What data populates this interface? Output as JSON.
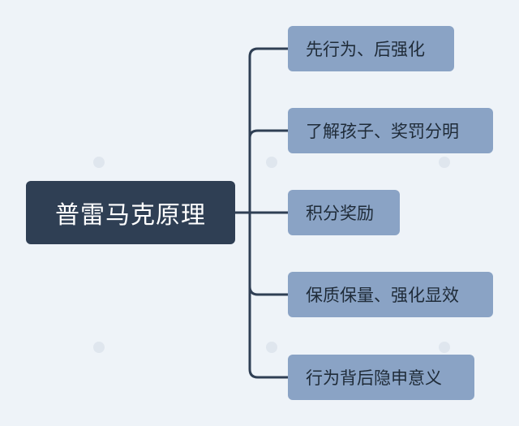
{
  "root": {
    "label": "普雷马克原理"
  },
  "branches": [
    {
      "label": "先行为、后强化"
    },
    {
      "label": "了解孩子、奖罚分明"
    },
    {
      "label": "积分奖励"
    },
    {
      "label": "保质保量、强化显效"
    },
    {
      "label": "行为背后隐申意义"
    }
  ],
  "colors": {
    "background": "#eef3f8",
    "root_fill": "#2f3f54",
    "branch_fill": "#8aa3c5",
    "connector": "#2f3f54"
  }
}
